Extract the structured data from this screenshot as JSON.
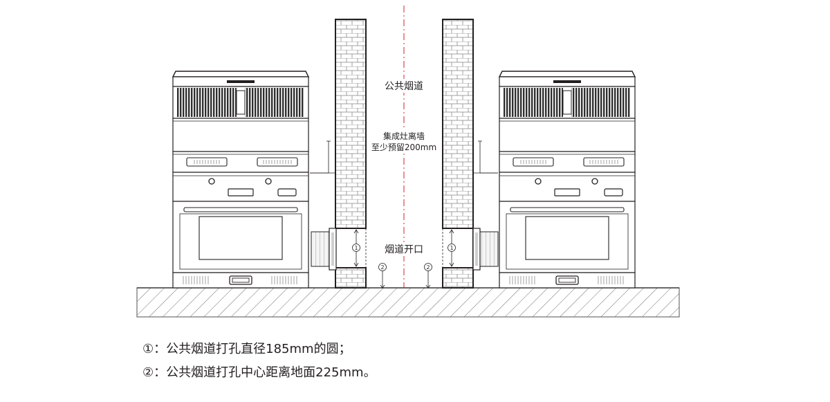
{
  "labels": {
    "public_flue": "公共烟道",
    "clearance_line1": "集成灶离墙",
    "clearance_line2": "至少预留200mm",
    "flue_opening": "烟道开口",
    "marker_1": "1",
    "marker_2": "2"
  },
  "notes": [
    {
      "marker": "①",
      "separator": "：",
      "text": "公共烟道打孔直径185mm的圆；"
    },
    {
      "marker": "②",
      "separator": "：",
      "text": "公共烟道打孔中心距离地面225mm。"
    }
  ],
  "colors": {
    "line": "#231f20",
    "centerline": "#d2232a",
    "hatch": "#6d6e71",
    "vent": "#3a3a3a"
  },
  "icons": [
    "brick-pattern",
    "floor-hatch",
    "burner-icon",
    "knob-icon"
  ]
}
